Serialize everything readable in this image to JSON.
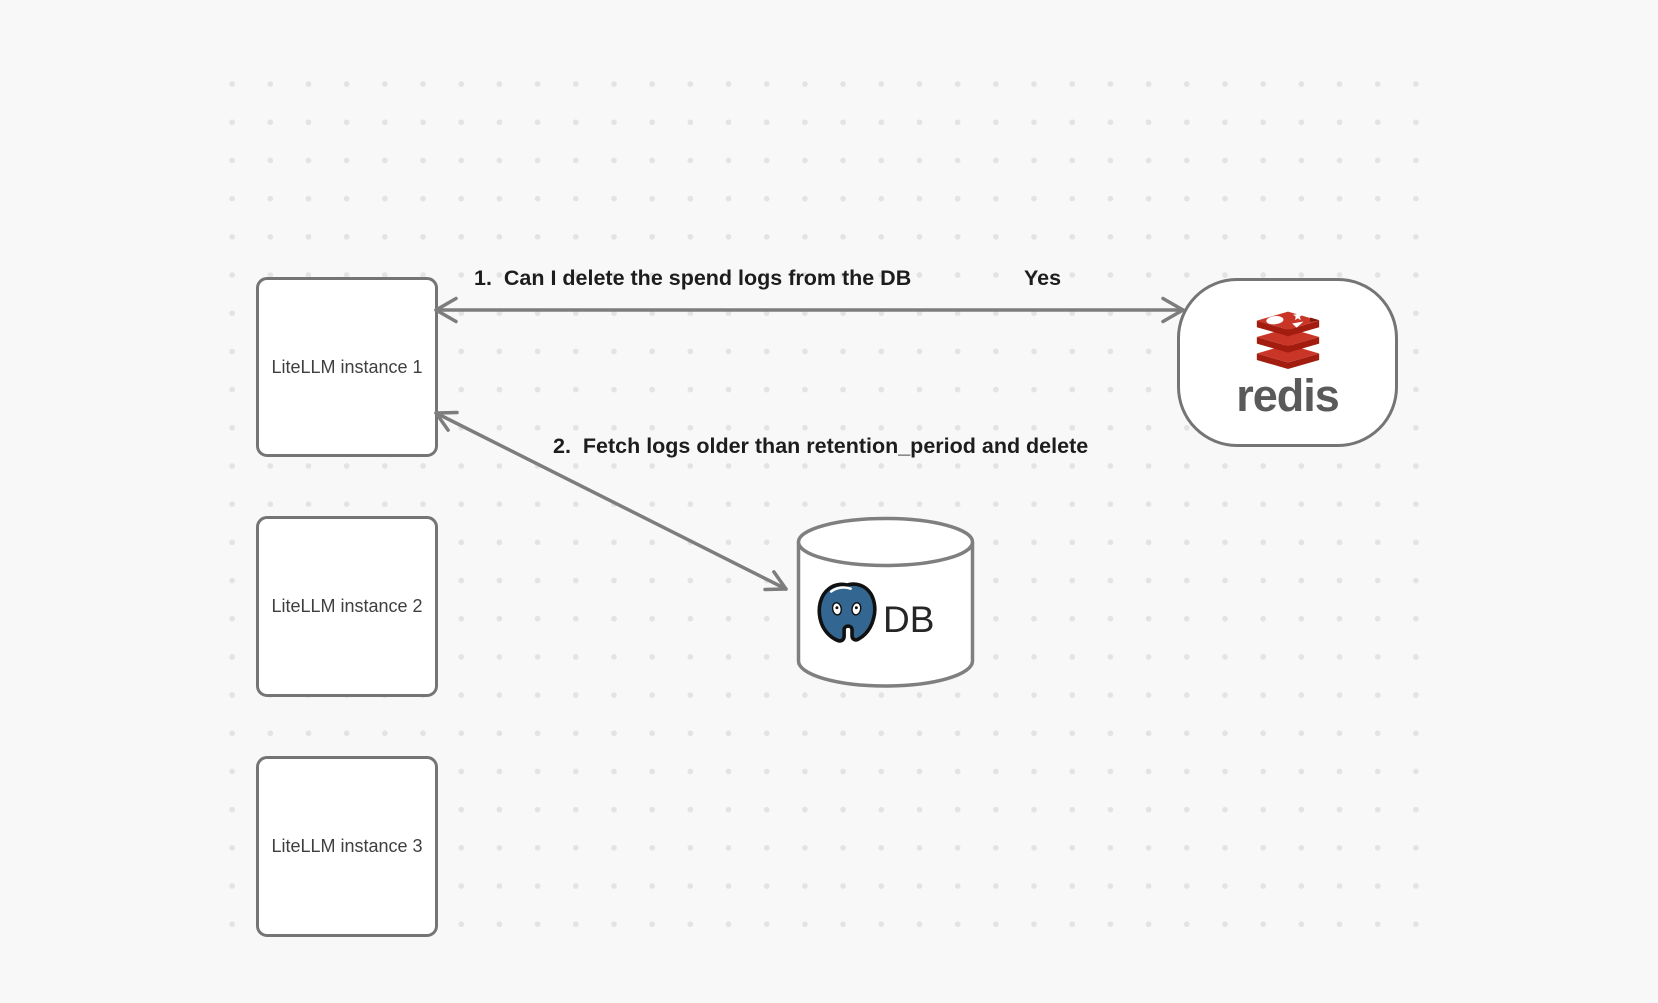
{
  "diagram": {
    "background": {
      "color": "#f8f8f8",
      "dot_color": "#e3e3e3"
    },
    "shape_stroke_color": "#757575",
    "arrow_color": "#7d7d7d",
    "label_color": "#1d1d1d",
    "nodes": {
      "instances": [
        {
          "label": "LiteLLM instance 1"
        },
        {
          "label": "LiteLLM instance 2"
        },
        {
          "label": "LiteLLM instance 3"
        }
      ],
      "redis": {
        "wordmark": "redis",
        "logo_colors": {
          "top": "#c93527",
          "side": "#a21d10",
          "shadow": "#7e180c",
          "wordmark_gray": "#5a5a5a"
        }
      },
      "db": {
        "label": "DB",
        "postgres_blue": "#336791"
      }
    },
    "arrows": [
      {
        "label": "1.  Can I delete the spend logs from the DB",
        "answer": "Yes",
        "between": "LiteLLM instance 1 and redis"
      },
      {
        "label": "2.  Fetch logs older than retention_period and delete",
        "between": "LiteLLM instance 1 and DB"
      }
    ]
  }
}
